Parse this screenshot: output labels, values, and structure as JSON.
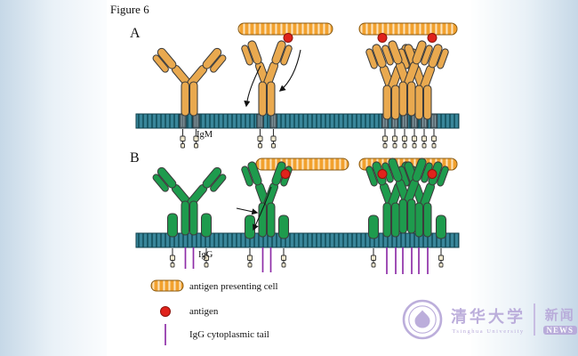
{
  "figure": {
    "title": "Figure 6",
    "panel_a": "A",
    "panel_b": "B",
    "igm": "IgM",
    "igg": "IgG"
  },
  "legend": {
    "items": [
      {
        "icon": "antigen-presenting-cell-icon",
        "label": "antigen presenting cell"
      },
      {
        "icon": "antigen-icon",
        "label": "antigen"
      },
      {
        "icon": "igg-cytoplasmic-tail-icon",
        "label": "IgG cytoplasmic tail"
      }
    ]
  },
  "watermark": {
    "university_cn": "清华大学",
    "university_en": "Tsinghua University",
    "news_cn": "新闻",
    "news_en": "NEWS"
  },
  "colors": {
    "igm_antibody": "#E9A94F",
    "igg_antibody": "#1E9B4D",
    "membrane": "#39869A",
    "antigen_presenting_cell": "#F2A12E",
    "antigen": "#E0231C",
    "igg_cytoplasmic_tail": "#8E2EA8",
    "watermark": "#B7A8D9"
  }
}
